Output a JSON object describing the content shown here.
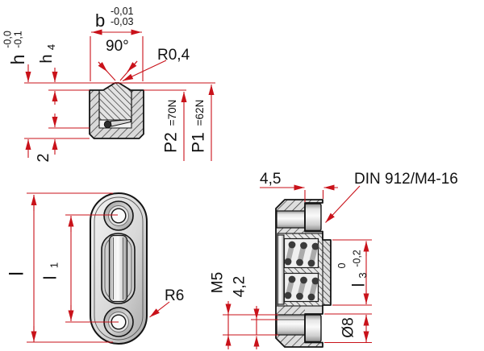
{
  "colors": {
    "dimension": "#c9121a",
    "outline": "#141414",
    "hatch": "#3d3d3d",
    "metal_light": "#f0f0f0",
    "metal_mid": "#c9c9c9",
    "metal_dark": "#8f8f8f",
    "text": "#111111",
    "background": "#ffffff"
  },
  "section_view": {
    "width": {
      "label": "b",
      "tol_upper": "-0,01",
      "tol_lower": "-0,03"
    },
    "groove_angle": "90°",
    "tip_radius": "R0,4",
    "height": {
      "label": "h",
      "tol_upper": "-0,0",
      "tol_lower": "-0,1"
    },
    "ridge_height": {
      "label": "h",
      "sub": "4"
    },
    "lip_thickness": "2",
    "force_p2": {
      "label": "P2",
      "value": "=70N"
    },
    "force_p1": {
      "label": "P1",
      "value": "=62N"
    }
  },
  "plan_view": {
    "length": "l",
    "hole_spacing": {
      "label": "l",
      "sub": "1"
    },
    "end_radius": "R6"
  },
  "side_view": {
    "counterbore_depth": "4,5",
    "screw_spec": "DIN 912/M4-16",
    "thread": "M5",
    "core_diameter": "4,2",
    "gib_height": {
      "label": "l",
      "sub": "3",
      "tol_upper": "0",
      "tol_lower": "-0,2"
    },
    "counterbore_diameter": "Ø8"
  }
}
